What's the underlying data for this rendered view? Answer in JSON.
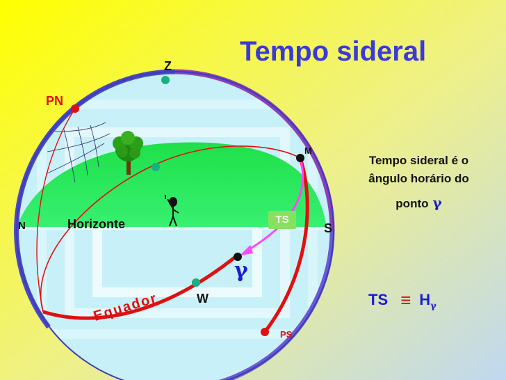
{
  "slide": {
    "title": "Tempo sideral",
    "colors": {
      "title": "#3a3ad8",
      "accent_red": "#e01010",
      "gamma_blue": "#1c1cd0",
      "horizon_green": "#22e652",
      "ts_badge": "#88e060"
    }
  },
  "diagram": {
    "labels": {
      "zenith": "Z",
      "north_celestial_pole": "PN",
      "meridian_point": "M",
      "north": "N",
      "horizon": "Horizonte",
      "south": "S",
      "west": "W",
      "south_celestial_pole": "PS",
      "equator": "Equador",
      "gamma": "γ",
      "ts_badge": "TS"
    },
    "icons": [
      "tree-icon",
      "person-icon"
    ]
  },
  "explanation": {
    "line1": "Tempo sideral é o",
    "line2": "ângulo horário do",
    "line3": "ponto",
    "gamma": "γ"
  },
  "formula": {
    "lhs": "TS",
    "equiv": "≡",
    "rhs": "H",
    "rhs_sub": "γ"
  }
}
